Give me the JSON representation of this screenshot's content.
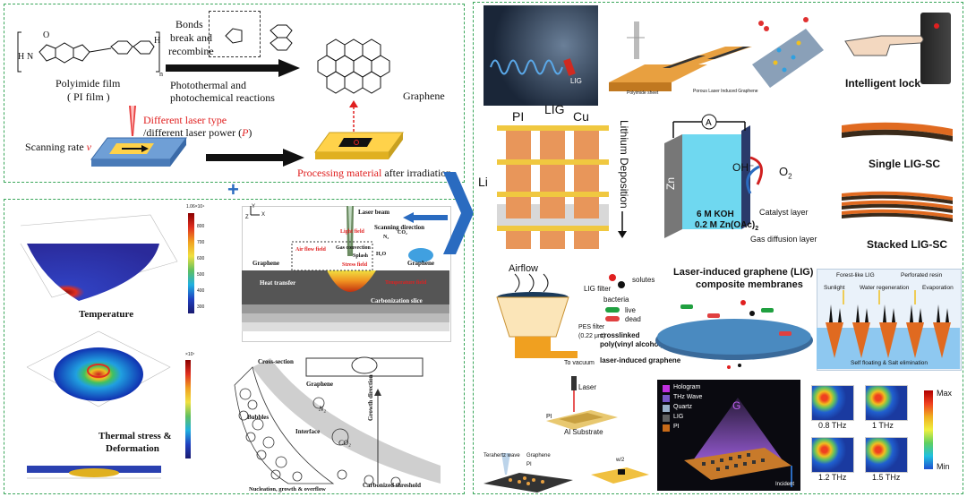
{
  "left_top": {
    "bonds_text_1": "Bonds",
    "bonds_text_2": "break and",
    "bonds_text_3": "recombine",
    "pi_film_1": "Polyimide film",
    "pi_film_2": "( PI film )",
    "photo_1": "Photothermal and",
    "photo_2": "photochemical reactions",
    "graphene": "Graphene",
    "laser_type_red": "Different laser type",
    "laser_power_black": "/different laser power (",
    "laser_power_P": "P",
    "laser_power_close": ")",
    "scan_rate": "Scanning rate",
    "scan_v": "v",
    "processing_red": "Processing material",
    "processing_black": " after irradiation",
    "mol_n": "n",
    "mol_H": "H",
    "mol_N": "N",
    "mol_O": "O"
  },
  "left_bottom": {
    "temperature": "Temperature",
    "thermal_stress_1": "Thermal stress &",
    "thermal_stress_2": "Deformation",
    "colorbar1_top": "1.06×10⁴",
    "colorbar1_ticks": [
      "800",
      "700",
      "600",
      "500",
      "400",
      "300"
    ],
    "colorbar2_top": "×10⁷",
    "laser_beam": "Laser beam",
    "scanning_direction": "Scanning direction",
    "light_field": "Light field",
    "air_flow_field": "Air flow field",
    "gas_convection": "Gas convection",
    "splash": "Splash",
    "stress_field": "Stress field",
    "heat_transfer": "Heat transfer",
    "graphene_l": "Graphene",
    "graphene_r": "Graphene",
    "temperature_field": "Temperature field",
    "carbonization_slice": "Carbonization slice",
    "n2": "N₂",
    "co2": "CO₂",
    "h2o": "H₂O",
    "cross_section": "Cross-section",
    "graphene_cs": "Graphene",
    "bubbles": "Bubbles",
    "interface": "Interface",
    "n2_b": "N₂",
    "co2_b": "CO₂",
    "growth_direction": "Growth direction",
    "nucleation": "Nucleation, growth & overflow",
    "carbonized_threshold": "Carbonized threshold",
    "axis_x": "X",
    "axis_y": "Y",
    "axis_z": "Z"
  },
  "right": {
    "lig_head": "LIG",
    "intelligent_lock": "Intelligent lock",
    "porous_lig": "Porous Laser Induced Graphene",
    "polyimide_sheet": "Polyimide sheet",
    "pi": "PI",
    "lig": "LIG",
    "cu": "Cu",
    "li": "Li",
    "lithium_deposition": "Lithium Deposition",
    "oh": "OH⁻",
    "o2": "O",
    "o2_sub": "2",
    "zn": "Zn",
    "koh": "6 M KOH",
    "znoac": "0.2 M Zn(OAc)",
    "znoac_sub": "2",
    "catalyst_layer": "Catalyst layer",
    "gas_diffusion": "Gas diffusion layer",
    "single_lig_sc": "Single LIG-SC",
    "stacked_lig_sc": "Stacked LIG-SC",
    "airflow": "Airflow",
    "lig_filter": "LIG filter",
    "pes_filter_1": "PES filter",
    "pes_filter_2": "(0.22 μm)",
    "to_vacuum": "To vacuum",
    "solutes": "solutes",
    "bacteria": "bacteria",
    "live": "live",
    "dead": "dead",
    "crosslinked_1": "crosslinked",
    "crosslinked_2": "poly(vinyl alcohol)",
    "laser_induced_graphene": "laser-induced graphene",
    "membranes_title_1": "Laser-induced graphene (LIG)",
    "membranes_title_2": "composite membranes",
    "forest_lig": "Forest-like LIG",
    "perforated_resin": "Perforated resin",
    "sunlight": "Sunlight",
    "water_regen": "Water regeneration",
    "evaporation": "Evaporation",
    "self_floating": "Self floating & Salt elimination",
    "laser": "Laser",
    "pi_small": "PI",
    "al_substrate": "Al Substrate",
    "terahertz_wave": "Terahertz wave",
    "graphene_leg": "Graphene",
    "pi_leg": "PI",
    "w2": "w/2",
    "thz_legend": [
      "Hologram",
      "THz Wave",
      "Quartz",
      "LIG",
      "PI"
    ],
    "thz_legend_colors": [
      "#c030e0",
      "#7a58c8",
      "#9ab0c8",
      "#606060",
      "#c86a18"
    ],
    "incident": "Incident",
    "freq": [
      "0.8 THz",
      "1 THz",
      "1.2 THz",
      "1.5 THz"
    ],
    "max": "Max",
    "min": "Min",
    "ring_g": "G"
  }
}
